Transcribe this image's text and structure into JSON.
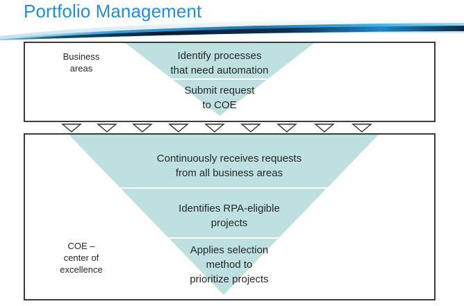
{
  "slide": {
    "title": "Portfolio Management",
    "title_color": "#1F8FD8",
    "background": "#FFFFFF"
  },
  "decor": {
    "banner_name": "swoosh-banner",
    "gradient_light": "#EAF6FB",
    "gradient_mid": "#2E9BD6",
    "gradient_dark": "#0B1D33"
  },
  "palette": {
    "triangle_fill": "#BEE0E0",
    "box_border": "#3A3A3A",
    "text": "#262626",
    "separator": "#FFFFFF"
  },
  "top_box": {
    "side_label": "Business\nareas",
    "side_label_lines": [
      "Business",
      "areas"
    ],
    "blocks": [
      {
        "lines": [
          "Identify processes",
          "that need automation"
        ]
      },
      {
        "lines": [
          "Submit request",
          "to COE"
        ]
      }
    ]
  },
  "connector": {
    "arrow_count": 9,
    "arrow_direction": "down",
    "arrow_fill": "#FFFFFF",
    "arrow_stroke": "#2B2B2B"
  },
  "bottom_box": {
    "side_label_lines": [
      "COE –",
      "center of",
      "excellence"
    ],
    "blocks": [
      {
        "lines": [
          "Continuously receives requests",
          "from all business areas"
        ]
      },
      {
        "lines": [
          "Identifies RPA-eligible",
          "projects"
        ]
      },
      {
        "lines": [
          "Applies selection",
          "method to",
          "prioritize projects"
        ]
      }
    ]
  }
}
